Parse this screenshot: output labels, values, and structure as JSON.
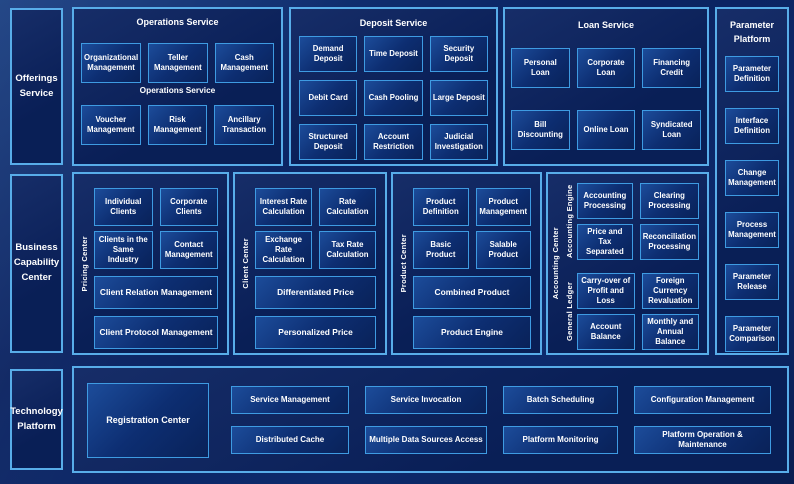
{
  "colors": {
    "background": "#0B2364",
    "panel_border": "#58ADE9",
    "box_border": "#3E9BE2",
    "box_fill": "#0D2E72",
    "text": "#FFFFFF"
  },
  "offerings": {
    "label": "Offerings Service"
  },
  "operations": {
    "title": "Operations Service",
    "subtitle": "Operations Service",
    "row1": [
      "Organizational Management",
      "Teller Management",
      "Cash Management"
    ],
    "row2": [
      "Voucher Management",
      "Risk Management",
      "Ancillary Transaction"
    ]
  },
  "deposit": {
    "title": "Deposit Service",
    "boxes": [
      "Demand Deposit",
      "Time Deposit",
      "Security Deposit",
      "Debit Card",
      "Cash Pooling",
      "Large Deposit",
      "Structured Deposit",
      "Account Restriction",
      "Judicial Investigation"
    ]
  },
  "loan": {
    "title": "Loan Service",
    "row1": [
      "Personal Loan",
      "Corporate Loan",
      "Financing Credit"
    ],
    "row2": [
      "Bill Discounting",
      "Online Loan",
      "Syndicated Loan"
    ]
  },
  "parameter": {
    "title": "Parameter Platform",
    "boxes": [
      "Parameter Definition",
      "Interface Definition",
      "Change Management",
      "Process Management",
      "Parameter Release",
      "Parameter Comparison"
    ]
  },
  "business_capability": {
    "label": "Business Capability Center"
  },
  "pricing_center": {
    "label": "Pricing Center",
    "small_boxes": [
      "Individual Clients",
      "Corporate Clients",
      "Clients in the Same Industry",
      "Contact Management"
    ],
    "wide_boxes": [
      "Client Relation Management",
      "Client Protocol Management"
    ]
  },
  "client_center": {
    "label": "Client Center",
    "small_boxes": [
      "Interest Rate Calculation",
      "Rate Calculation",
      "Exchange Rate Calculation",
      "Tax Rate Calculation"
    ],
    "wide_boxes": [
      "Differentiated Price",
      "Personalized Price"
    ]
  },
  "product_center": {
    "label": "Product Center",
    "small_boxes": [
      "Product Definition",
      "Product Management",
      "Basic Product",
      "Salable Product"
    ],
    "wide_boxes": [
      "Combined Product",
      "Product Engine"
    ]
  },
  "accounting_center": {
    "label": "Accounting Center",
    "groups": [
      {
        "label": "Accounting Engine",
        "boxes": [
          "Accounting Processing",
          "Clearing Processing",
          "Price and Tax Separated",
          "Reconciliation Processing"
        ]
      },
      {
        "label": "General Ledger",
        "boxes": [
          "Carry-over of Profit and Loss",
          "Foreign Currency Revaluation",
          "Account Balance",
          "Monthly and Annual Balance"
        ]
      }
    ]
  },
  "technology": {
    "label": "Technology Platform",
    "registration": "Registration Center",
    "row1": [
      "Service Management",
      "Service Invocation",
      "Batch Scheduling",
      "Configuration Management"
    ],
    "row2": [
      "Distributed Cache",
      "Multiple Data Sources Access",
      "Platform Monitoring",
      "Platform Operation & Maintenance"
    ]
  }
}
